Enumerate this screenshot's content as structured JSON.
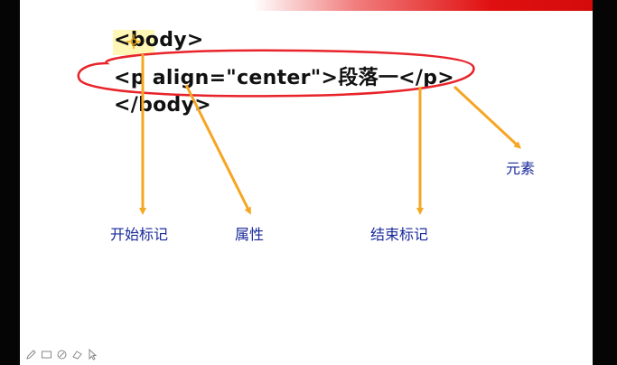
{
  "code": {
    "line1": "<body>",
    "line2": "<p align=\"center\">段落一</p>",
    "line3": "</body>"
  },
  "annotations": {
    "start_tag": "开始标记",
    "attribute": "属性",
    "end_tag": "结束标记",
    "element": "元素"
  },
  "colors": {
    "arrow": "#f5a623",
    "ellipse": "#e8232a",
    "label": "#1a2a9a",
    "top_bar": "#e01010"
  },
  "toolbar": {
    "icons": [
      "pen-icon",
      "screen-icon",
      "eraser-icon",
      "highlighter-icon",
      "pointer-icon"
    ]
  }
}
